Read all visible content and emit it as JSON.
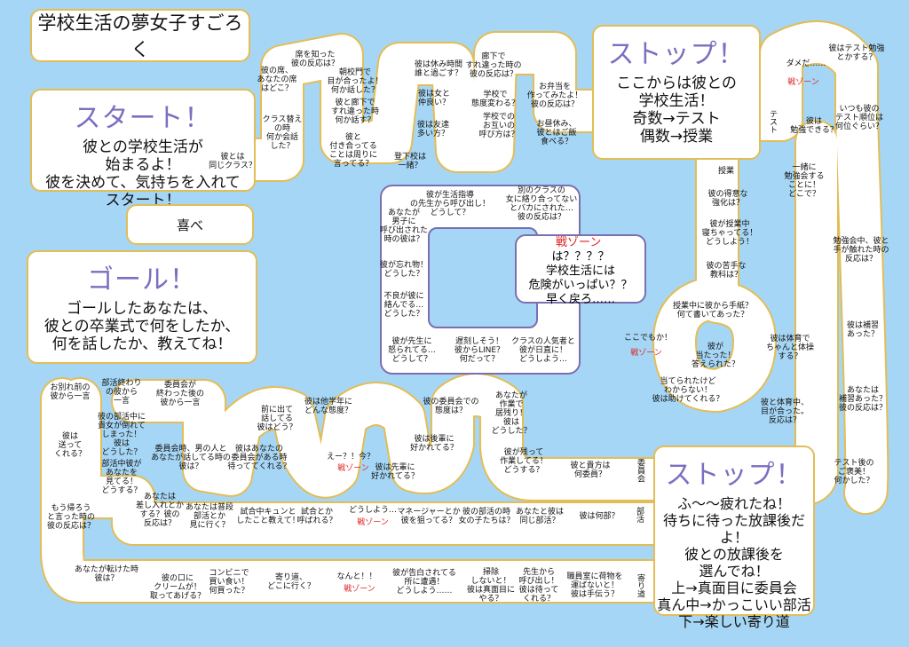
{
  "title": "学校生活の夢女子すごろく",
  "start": {
    "heading": "スタート！",
    "lines": [
      "彼との学校生活が",
      "始まるよ！",
      "彼を決めて、気持ちを入れて",
      "スタート！"
    ]
  },
  "goal": {
    "heading": "ゴール！",
    "lines": [
      "ゴールしたあなたは、",
      "彼との卒業式で何をしたか、",
      "何を話したか、教えてね！"
    ]
  },
  "bubble": "喜べ",
  "stop1": {
    "heading": "ストップ！",
    "lines": [
      "ここからは彼との",
      "学校生活！",
      "奇数→テスト",
      "偶数→授業"
    ]
  },
  "stop2": {
    "heading": "ストップ！",
    "lines": [
      "ふ〜〜疲れたね！",
      "待ちに待った放課後だよ！",
      "彼との放課後を",
      "選んでね！",
      "上→真面目に委員会",
      "真ん中→かっこいい部活",
      "下→楽しい寄り道"
    ]
  },
  "war_zone_box": {
    "label": "戦ゾーン",
    "lines": [
      "は？？？？",
      "学校生活には",
      "危険がいっぱい？？",
      "早く戻ろ……"
    ]
  },
  "squares": {
    "s1": "彼とは\n同じクラス？",
    "s2": "クラス替え\nの時\n何か会話\nした？",
    "s3": "彼の席、\nあなたの席\nはどこ？",
    "s4": "席を知った\n彼の反応は？",
    "s5": "朝校門で\n目が合ったよ！\n何か話した？",
    "s6": "彼と廊下で\nすれ違った時\n何か話す？",
    "s7": "彼と\n付き合ってる\nことは周りに\n言ってる？",
    "s8": "登下校は\n一緒？",
    "s9": "彼は友達\n多い方？",
    "s10": "彼は女と\n仲良い？",
    "s11": "彼は休み時間\n誰と過ごす？",
    "s12": "廊下で\nすれ違った時の\n彼の反応は？",
    "s13": "学校で\n態度変わる？",
    "s14": "学校での\nお互いの\n呼び方は？",
    "s15": "お弁当を\n作ってみたよ！\n彼の反応は？",
    "s16": "お昼休み、\n彼とはご飯\n食べる？",
    "s17": "テスト",
    "s18": "彼は\n勉強できる？",
    "s19": "いつも彼の\nテスト順位は\n何位ぐらい？",
    "s20": "彼はテスト勉強\nとかする？",
    "s21": "ダメだ……",
    "s22": "戦ゾーン",
    "s23": "一緒に\n勉強会する\nことに！\nどこで？",
    "s24": "勉強会中、彼と\n手が触れた時の\n反応は？",
    "s25": "彼は補習\nあった？",
    "s26": "あなたは\n補習あった？\n彼の反応は？",
    "s27": "テスト後の\nご褒美！\n何かした？",
    "s28": "授業",
    "s29": "彼の得意な\n強化は？",
    "s30": "彼が授業中\n寝ちゃってる！\nどうしよう！",
    "s31": "彼の苦手な\n教科は？",
    "s32": "授業中に彼から手紙？\n何て書いてあった？",
    "s33": "ここでもか！",
    "s34": "戦ゾーン",
    "s35": "彼が\n当たった！\n答えられた？",
    "s36": "当てられたけど\nわからない！\n彼は助けてくれる？",
    "s37": "彼は体育で\nちゃんと体操\nする？",
    "s38": "彼と体育中、\n目が合った。\n反応は？",
    "s39": "委員会",
    "s40": "彼と貴方は\n何委員？",
    "s41": "彼が残って\n作業してる！\nどうする？",
    "s42": "あなたが\n作業で\n居残り！\n彼は\nどうした？",
    "s43": "彼の委員会での\n態度は？",
    "s44": "彼は後輩に\n好かれてる？",
    "s45": "彼は先輩に\n好かれてる？",
    "s46": "えー？！今？",
    "s47": "戦ゾーン",
    "s48": "彼は他学年に\nどんな態度？",
    "s49": "前に出て\n話してる\n彼はどう？",
    "s50": "彼はあなたの\n委員会がある時\n待っててくれる？",
    "s51": "委員会時、男の人と\nあなたが話してる時の\n彼は？",
    "s52": "委員会が\n終わった後の\n彼から一言",
    "s53": "部活",
    "s54": "彼は何部？",
    "s55": "あなたと彼は\n同じ部活？",
    "s56": "彼の部活の時\n女の子たちは？",
    "s57": "マネージャーとか\n彼を狙ってる？",
    "s58": "どうしよう…",
    "s59": "戦ゾーン",
    "s60": "試合とか\n呼ばれる？",
    "s61": "試合中キュンと\nしたこと教えて！",
    "s62": "あなたは普段\n部活とか\n見に行く？",
    "s63": "あなたは\n差し入れとか\nする？彼の\n反応は？",
    "s64": "部活中彼が\nあなたを\n見てる！\nどうする？",
    "s65": "彼の部活中に\n貴女が倒れて\nしまった！\n彼は\nどうした？",
    "s66": "部活終わり\nの彼から\n一言",
    "s67": "お別れ前の\n彼から一言",
    "s68": "彼は\n送って\nくれる？",
    "s69": "もう帰ろう\nと言った時の\n彼の反応は？",
    "s70": "あなたが転けた時\n彼は？",
    "s71": "彼の口に\nクリームが！\n取ってあげる？",
    "s72": "コンビニで\n買い食い！\n何買った？",
    "s73": "寄り道、\nどこに行く？",
    "s74": "なんと！！",
    "s75": "戦ゾーン",
    "s76": "彼が告白されてる\n所に遭遇！\nどうしよう……",
    "s77": "掃除\nしないと！\n彼は真面目に\nやる？",
    "s78": "先生から\n呼び出し！\n彼は待って\nくれる？",
    "s79": "職員室に荷物を\n運ばないと！\n彼は手伝う？",
    "s80": "寄り道",
    "c1": "あなたが\n男子に\n呼び出された\n時の彼は？",
    "c2": "彼が生活指導\nの先生から呼び出し！\nどうして？",
    "c3": "別のクラスの\n女に絡り合ってない\nとバカにされた…\n彼の反応は？",
    "c4": "彼が忘れ物！\nどうした？",
    "c5": "不良が彼に\n絡んでる…\nどうした？",
    "c6": "彼が先生に\n怒られてる…\nどうして？",
    "c7": "遅刻しそう！\n彼からLINE？\n何だって？",
    "c8": "クラスの人気者と\n彼が日直に！\nどうしよう…"
  },
  "colors": {
    "background": "#a6d6f5",
    "track": "#ffffff",
    "border": "#e3bd55",
    "accent": "#7a6fc0",
    "danger": "#dd2222",
    "center_border": "#7b6fb0",
    "arrow": "#f4c830"
  }
}
